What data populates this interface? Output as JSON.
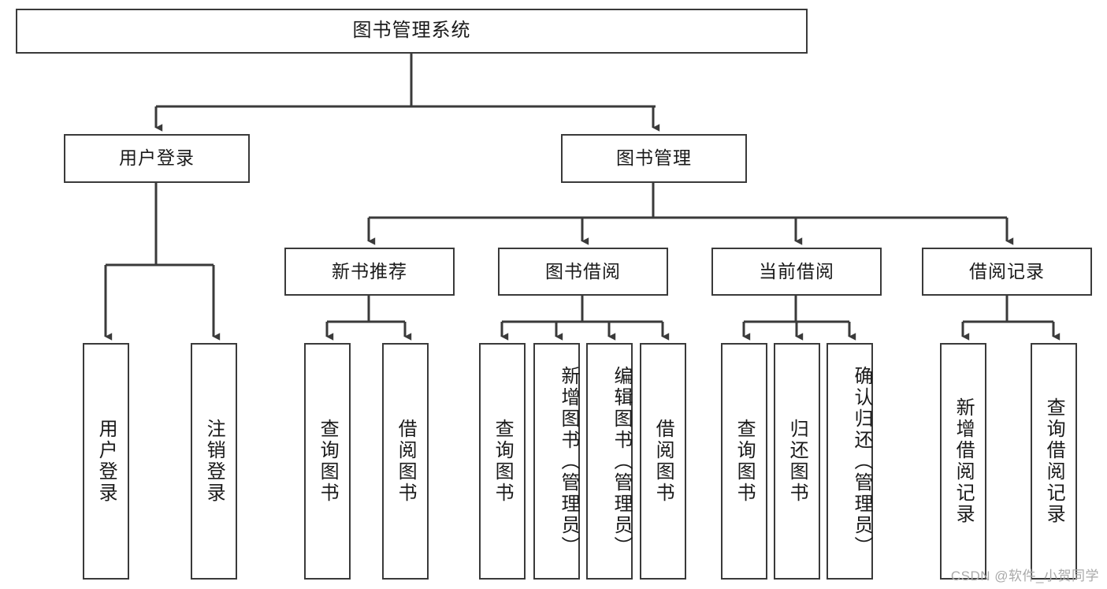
{
  "diagram": {
    "title": "图书管理系统",
    "type": "hierarchy-tree",
    "watermark": "CSDN @软件_小贺同学",
    "colors": {
      "box_border": "#3a3a3a",
      "box_fill": "#ffffff",
      "connector": "#3a3a3a",
      "text": "#1a1a1a",
      "watermark": "#a9a9a9"
    },
    "root": {
      "label": "图书管理系统"
    },
    "level2": [
      {
        "label": "用户登录"
      },
      {
        "label": "图书管理"
      }
    ],
    "level3": [
      {
        "label": "新书推荐"
      },
      {
        "label": "图书借阅"
      },
      {
        "label": "当前借阅"
      },
      {
        "label": "借阅记录"
      }
    ],
    "leaves": {
      "user_login": [
        {
          "label": "用户登录"
        },
        {
          "label": "注销登录"
        }
      ],
      "new_book_recommend": [
        {
          "label": "查询图书"
        },
        {
          "label": "借阅图书"
        }
      ],
      "book_borrow": [
        {
          "label": "查询图书"
        },
        {
          "label": "新增图书（管理员）"
        },
        {
          "label": "编辑图书（管理员）"
        },
        {
          "label": "借阅图书"
        }
      ],
      "current_borrow": [
        {
          "label": "查询图书"
        },
        {
          "label": "归还图书"
        },
        {
          "label": "确认归还（管理员）"
        }
      ],
      "borrow_record": [
        {
          "label": "新增借阅记录"
        },
        {
          "label": "查询借阅记录"
        }
      ]
    }
  }
}
